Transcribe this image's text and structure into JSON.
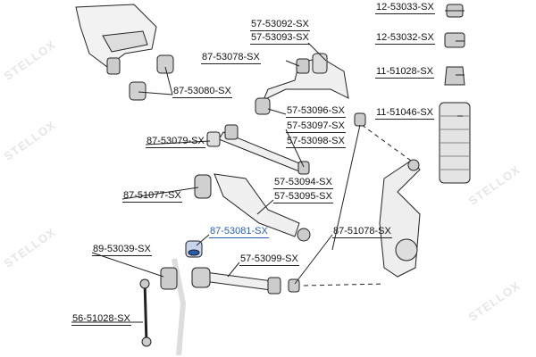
{
  "watermark": "STELLOX",
  "highlight_color": "#2a5db0",
  "parts": [
    {
      "id": "p1",
      "label": "12-53033-SX"
    },
    {
      "id": "p2",
      "label": "12-53032-SX"
    },
    {
      "id": "p3",
      "label": "11-51028-SX"
    },
    {
      "id": "p4",
      "label": "11-51046-SX"
    },
    {
      "id": "p5",
      "label": "57-53092-SX"
    },
    {
      "id": "p6",
      "label": "57-53093-SX"
    },
    {
      "id": "p7",
      "label": "87-53078-SX"
    },
    {
      "id": "p8",
      "label": "87-53080-SX"
    },
    {
      "id": "p9",
      "label": "57-53096-SX"
    },
    {
      "id": "p10",
      "label": "57-53097-SX"
    },
    {
      "id": "p11",
      "label": "57-53098-SX"
    },
    {
      "id": "p12",
      "label": "87-53079-SX"
    },
    {
      "id": "p13",
      "label": "57-53094-SX"
    },
    {
      "id": "p14",
      "label": "57-53095-SX"
    },
    {
      "id": "p15",
      "label": "87-51077-SX"
    },
    {
      "id": "p16",
      "label": "87-53081-SX"
    },
    {
      "id": "p17",
      "label": "87-51078-SX"
    },
    {
      "id": "p18",
      "label": "89-53039-SX"
    },
    {
      "id": "p19",
      "label": "57-53099-SX"
    },
    {
      "id": "p20",
      "label": "56-51028-SX"
    }
  ]
}
